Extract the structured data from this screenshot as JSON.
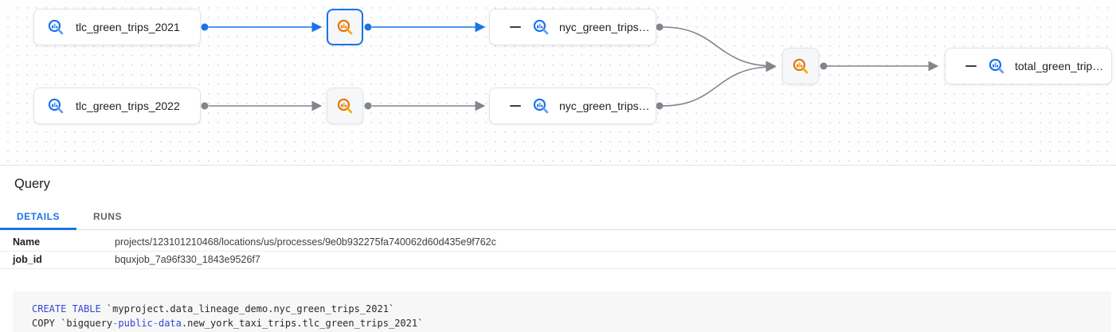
{
  "graph": {
    "nodes": [
      {
        "label": "tlc_green_trips_2021",
        "kind": "bigquery-table",
        "selected": false
      },
      {
        "kind": "process",
        "selected": true
      },
      {
        "label": "nyc_green_trips…",
        "kind": "bigquery-table",
        "collapsible": true
      },
      {
        "label": "tlc_green_trips_2022",
        "kind": "bigquery-table",
        "selected": false
      },
      {
        "kind": "process",
        "selected": false
      },
      {
        "label": "nyc_green_trips…",
        "kind": "bigquery-table",
        "collapsible": true
      },
      {
        "kind": "process",
        "selected": false
      },
      {
        "label": "total_green_trip…",
        "kind": "bigquery-table",
        "collapsible": true
      }
    ],
    "icons": {
      "table_icon": "bigquery-magnifier-icon",
      "process_icon": "process-magnifier-icon",
      "collapse_icon": "minus-icon"
    },
    "colors": {
      "selected_edge": "#1a73e8",
      "edge_gray": "#80868b",
      "table_icon_blue": "#1a73e8",
      "table_icon_light_blue": "#669df6",
      "process_icon_orange": "#e8710a",
      "process_icon_light_orange": "#f9ab00"
    }
  },
  "panel": {
    "title": "Query",
    "tabs": [
      {
        "label": "DETAILS",
        "active": true
      },
      {
        "label": "RUNS",
        "active": false
      }
    ],
    "details": [
      {
        "label": "Name",
        "value": "projects/123101210468/locations/us/processes/9e0b932275fa740062d60d435e9f762c"
      },
      {
        "label": "job_id",
        "value": "bquxjob_7a96f330_1843e9526f7"
      }
    ],
    "code": {
      "lines": [
        [
          {
            "text": "CREATE TABLE",
            "type": "keyword"
          },
          {
            "text": " `myproject.data_lineage_demo.nyc_green_trips_2021`",
            "type": "plain"
          }
        ],
        [
          {
            "text": "COPY `bigquery",
            "type": "plain"
          },
          {
            "text": "-",
            "type": "dim"
          },
          {
            "text": "public",
            "type": "keyword"
          },
          {
            "text": "-",
            "type": "dim"
          },
          {
            "text": "data",
            "type": "keyword"
          },
          {
            "text": ".new_york_taxi_trips.tlc_green_trips_2021`",
            "type": "plain"
          }
        ]
      ]
    }
  }
}
